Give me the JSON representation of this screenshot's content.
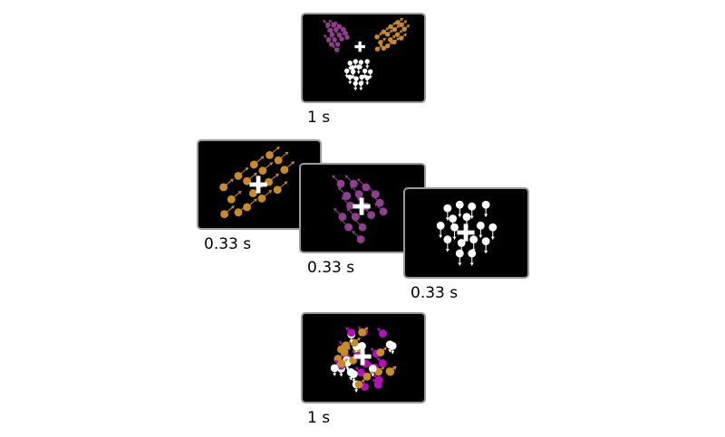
{
  "colors": {
    "orange": "#c98a2a",
    "purple": "#8f3f8e",
    "white": "#ffffff",
    "magenta": "#b012b8",
    "background": "#000000",
    "frame": "#9a9a9a"
  },
  "frames": [
    {
      "duration": "1 s",
      "content": "three-overlapping-dot-groups",
      "groups": [
        "purple",
        "orange",
        "white"
      ]
    },
    {
      "duration": "0.33 s",
      "content": "single-dot-group",
      "groups": [
        "orange"
      ]
    },
    {
      "duration": "0.33 s",
      "content": "single-dot-group",
      "groups": [
        "purple"
      ]
    },
    {
      "duration": "0.33 s",
      "content": "single-dot-group",
      "groups": [
        "white"
      ]
    },
    {
      "duration": "1 s",
      "content": "mixed-dot-cloud",
      "groups": [
        "orange",
        "magenta",
        "white"
      ]
    }
  ]
}
